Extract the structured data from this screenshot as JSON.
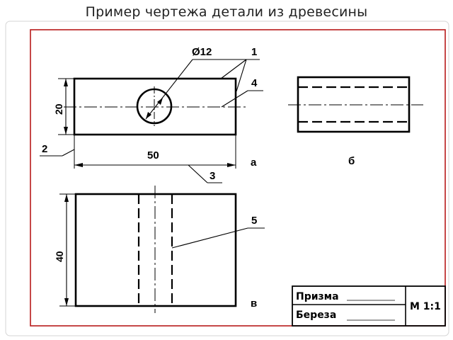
{
  "slide_title": "Пример чертежа детали из древесины",
  "dimensions": {
    "diameter": "Ø12",
    "height_front": "20",
    "width": "50",
    "height_top": "40"
  },
  "leaders": {
    "l1": "1",
    "l2": "2",
    "l3": "3",
    "l4": "4",
    "l5": "5"
  },
  "view_labels": {
    "a": "а",
    "b": "б",
    "v": "в"
  },
  "title_block": {
    "name": "Призма",
    "material": "Береза",
    "scale": "М 1:1"
  }
}
